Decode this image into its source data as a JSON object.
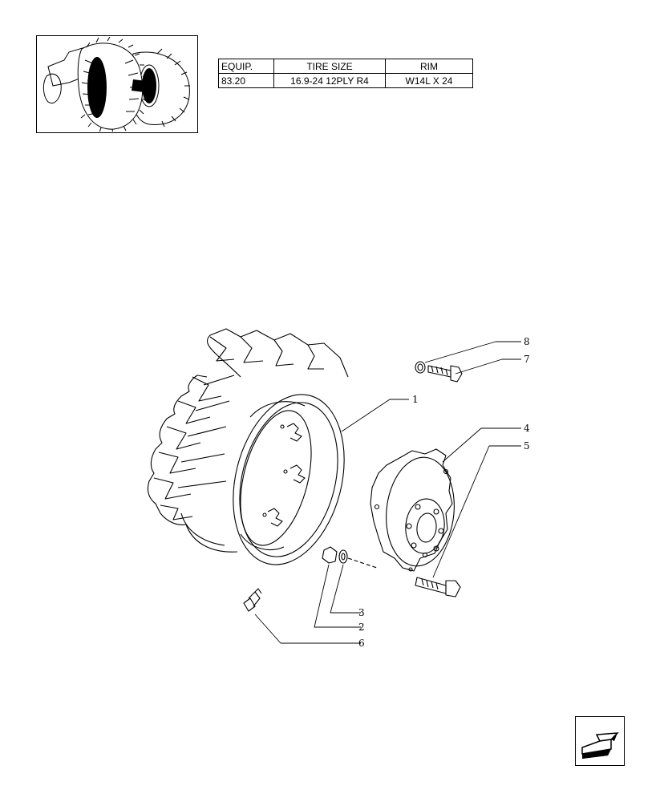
{
  "spec_table": {
    "headers": [
      "EQUIP.",
      "TIRE SIZE",
      "RIM"
    ],
    "rows": [
      [
        "83.20",
        "16.9-24 12PLY R4",
        "W14L X 24"
      ]
    ]
  },
  "callouts": [
    "1",
    "2",
    "3",
    "4",
    "5",
    "6",
    "7",
    "8"
  ],
  "icons": {
    "thumbnail": "tractor-rear-wheel-icon",
    "nav": "next-page-arrow-icon"
  }
}
